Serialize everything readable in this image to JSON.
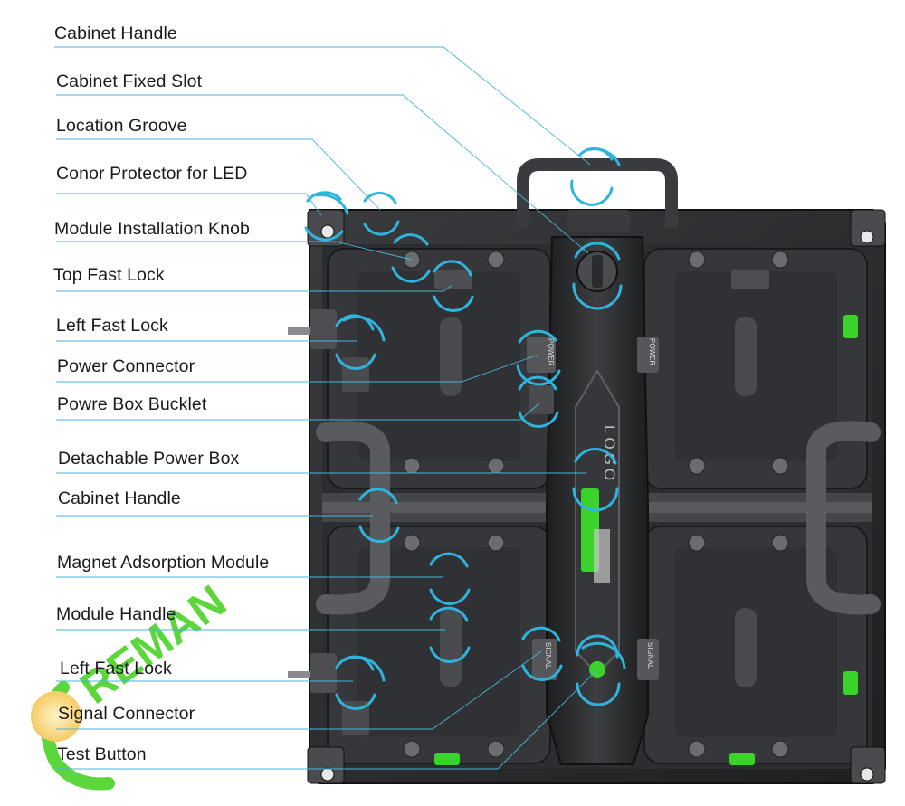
{
  "callouts": [
    {
      "id": "cabinet-handle-top",
      "label": "Cabinet Handle"
    },
    {
      "id": "cabinet-fixed-slot",
      "label": "Cabinet Fixed Slot"
    },
    {
      "id": "location-groove",
      "label": "Location Groove"
    },
    {
      "id": "conor-protector",
      "label": "Conor Protector for LED"
    },
    {
      "id": "module-installation-knob",
      "label": "Module Installation Knob"
    },
    {
      "id": "top-fast-lock",
      "label": "Top Fast Lock"
    },
    {
      "id": "left-fast-lock-1",
      "label": "Left Fast Lock"
    },
    {
      "id": "power-connector",
      "label": "Power Connector"
    },
    {
      "id": "powre-box-bucklet",
      "label": "Powre Box Bucklet"
    },
    {
      "id": "detachable-power-box",
      "label": "Detachable Power Box"
    },
    {
      "id": "cabinet-handle-side",
      "label": "Cabinet Handle"
    },
    {
      "id": "magnet-adsorption-module",
      "label": "Magnet Adsorption Module"
    },
    {
      "id": "module-handle",
      "label": "Module Handle"
    },
    {
      "id": "left-fast-lock-2",
      "label": "Left Fast Lock"
    },
    {
      "id": "signal-connector",
      "label": "Signal Connector"
    },
    {
      "id": "test-button",
      "label": "Test Button"
    }
  ],
  "cabinet": {
    "center_logo": "LOGO",
    "power_label": "POWER",
    "signal_label": "SIGNAL"
  },
  "watermark": {
    "brand": "REMAN"
  },
  "colors": {
    "leader_line": "#49b6d8",
    "highlight_ring": "#2fb4de",
    "cabinet_body": "#2a2b2d",
    "accent_green": "#3bd22c"
  }
}
